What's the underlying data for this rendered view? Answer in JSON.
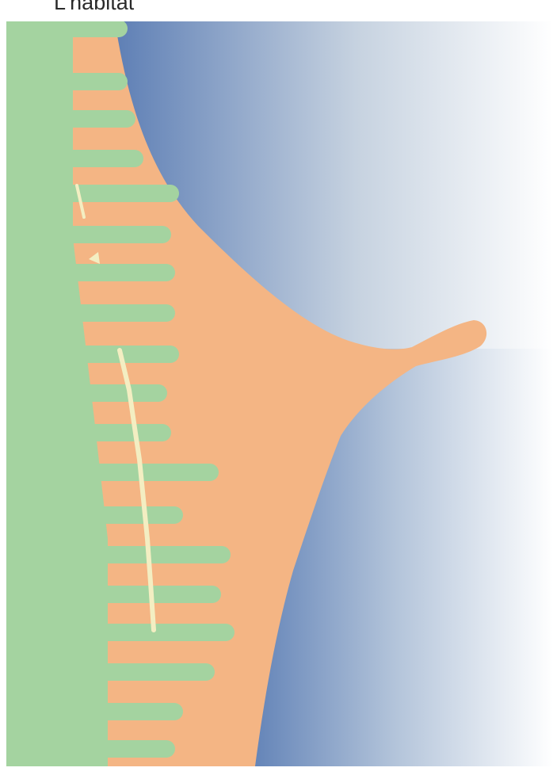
{
  "diagram": {
    "title": "L'habitat",
    "regions": [
      {
        "id": "bande-verte",
        "icon": "green-band",
        "color": "#a4d3a0"
      },
      {
        "id": "zone-orange",
        "icon": "orange-zone",
        "color": "#f4b584"
      },
      {
        "id": "espace-bleu",
        "icon": "blue-gradient-area",
        "color_dark": "#5e7fb5",
        "color_light": "#ffffff"
      },
      {
        "id": "trait-jaune",
        "icon": "yellow-line",
        "color": "#f3eec2"
      }
    ]
  }
}
